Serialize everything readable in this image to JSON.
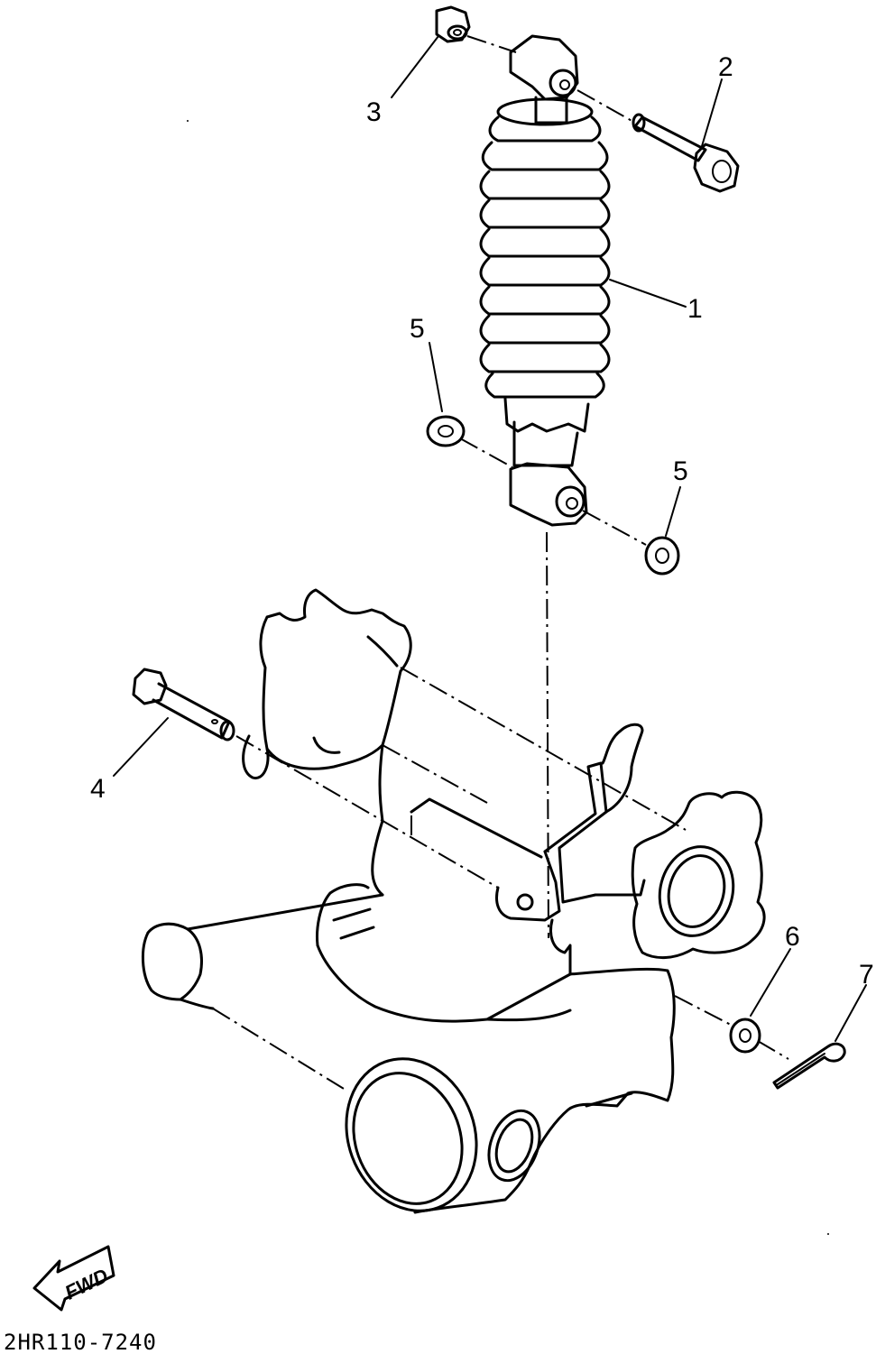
{
  "callouts": {
    "c1": "1",
    "c2": "2",
    "c3": "3",
    "c4": "4",
    "c5a": "5",
    "c5b": "5",
    "c6": "6",
    "c7": "7"
  },
  "fwd_label": "FWD",
  "diagram_code": "2HR110-7240"
}
